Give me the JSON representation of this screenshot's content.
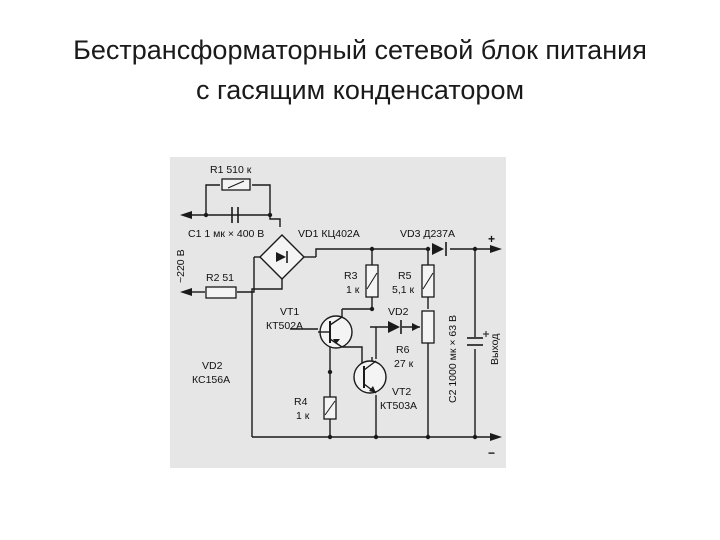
{
  "slide": {
    "title_line1": "Бестрансформаторный сетевой блок питания",
    "title_line2": "с гасящим конденсатором"
  },
  "colors": {
    "panel_bg": "#e6e6e6",
    "ink": "#1a1a1a"
  },
  "schematic": {
    "input_label": "~220 В",
    "output_label": "Выход",
    "plus": "+",
    "minus": "−",
    "components": {
      "r1": "R1 510 к",
      "c1": "C1 1 мк × 400 В",
      "r2": "R2 51",
      "vd1": "VD1 КЦ402А",
      "vd3": "VD3 Д237А",
      "r3_name": "R3",
      "r3_value": "1 к",
      "r5_name": "R5",
      "r5_value": "5,1 к",
      "vt1_name": "VT1",
      "vt1_type": "КТ502А",
      "vd2_mid": "VD2",
      "r6_name": "R6",
      "r6_value": "27 к",
      "c2": "C2 1000 мк × 63 В",
      "vd2_name": "VD2",
      "vd2_type": "КС156А",
      "r4_name": "R4",
      "r4_value": "1 к",
      "vt2_name": "VT2",
      "vt2_type": "КТ503А"
    }
  }
}
